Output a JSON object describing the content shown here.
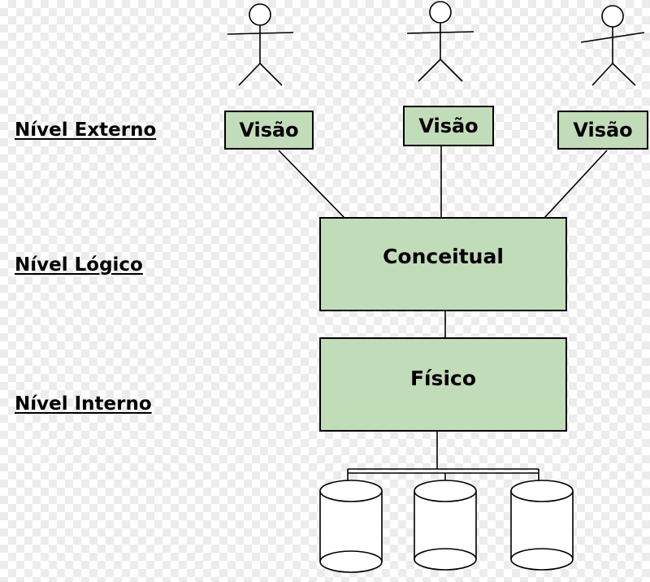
{
  "levels": {
    "external": "Nível Externo",
    "logical": "Nível Lógico",
    "internal": "Nível Interno"
  },
  "views": [
    "Visão",
    "Visão",
    "Visão"
  ],
  "conceptual": "Conceitual",
  "physical": "Físico",
  "colors": {
    "box_fill": "#c0dcb8",
    "stroke": "#000000"
  },
  "icons": [
    "user-icon",
    "user-icon",
    "user-icon",
    "database-icon",
    "database-icon",
    "database-icon"
  ]
}
